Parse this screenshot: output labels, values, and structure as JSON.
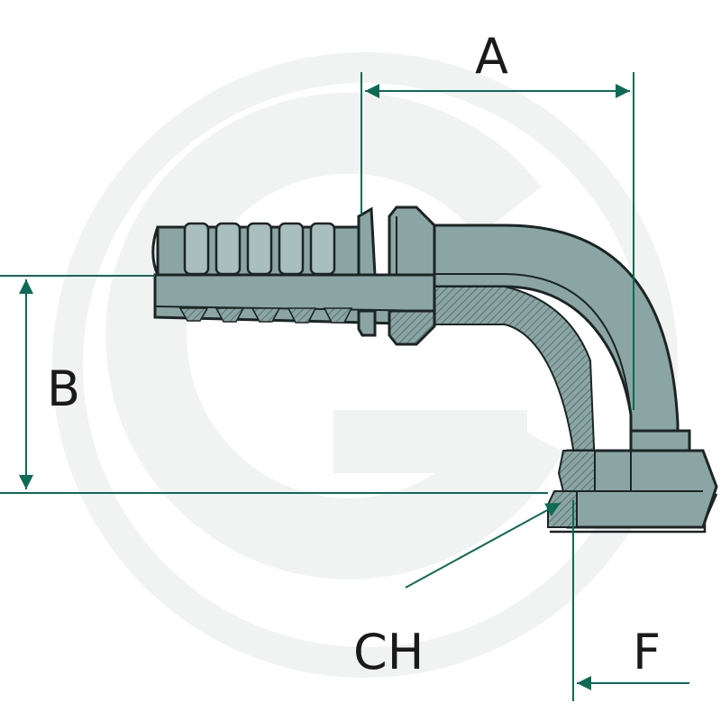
{
  "labels": {
    "a": "A",
    "b": "B",
    "ch": "CH",
    "f": "F"
  },
  "colors": {
    "fitting_fill": "#8aa5a4",
    "fitting_dark": "#5e7a7a",
    "fitting_light": "#a9bfbe",
    "outline": "#1c2424",
    "dimension": "#0e6b55",
    "watermark": "#f0f1f1",
    "background": "#ffffff"
  },
  "watermark_icon": "g-logo-watermark",
  "arrow_icon": "arrowhead"
}
